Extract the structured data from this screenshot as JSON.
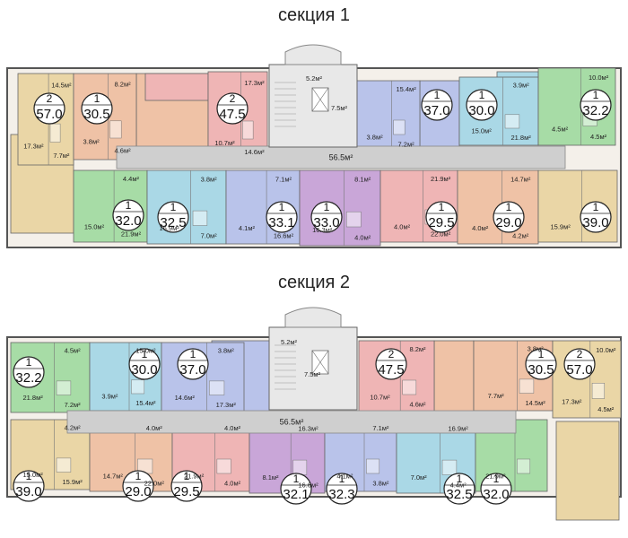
{
  "sections": [
    {
      "title": "секция 1",
      "corridor": "56.5м²",
      "stair_lobby": [
        "5.2м²",
        "7.5м²"
      ],
      "apartments": [
        {
          "rooms": "2",
          "area": "57.0",
          "color": "#ead6a6"
        },
        {
          "rooms": "1",
          "area": "30.5",
          "color": "#efc2a6"
        },
        {
          "rooms": "2",
          "area": "47.5",
          "color": "#efb5b5"
        },
        {
          "rooms": "1",
          "area": "37.0",
          "color": "#b9c3ea"
        },
        {
          "rooms": "1",
          "area": "30.0",
          "color": "#aad8e6"
        },
        {
          "rooms": "1",
          "area": "32.2",
          "color": "#a7dca6"
        },
        {
          "rooms": "1",
          "area": "32.0",
          "color": "#a7dca6"
        },
        {
          "rooms": "1",
          "area": "32.5",
          "color": "#aad8e6"
        },
        {
          "rooms": "1",
          "area": "33.1",
          "color": "#b9c3ea"
        },
        {
          "rooms": "1",
          "area": "33.0",
          "color": "#c9a6d8"
        },
        {
          "rooms": "1",
          "area": "29.5",
          "color": "#efb5b5"
        },
        {
          "rooms": "1",
          "area": "29.0",
          "color": "#efc2a6"
        },
        {
          "rooms": "1",
          "area": "39.0",
          "color": "#ead6a6"
        }
      ],
      "room_labels": [
        "17.3м²",
        "14.5м²",
        "7.7м²",
        "3.8м²",
        "8.2м²",
        "4.6м²",
        "10.7м²",
        "17.3м²",
        "14.6м²",
        "3.8м²",
        "15.4м²",
        "7.2м²",
        "15.0м²",
        "3.9м²",
        "21.8м²",
        "4.5м²",
        "10.0м²",
        "4.5м²",
        "15.0м²",
        "4.4м²",
        "21.9м²",
        "16.9м²",
        "3.8м²",
        "7.0м²",
        "4.1м²",
        "7.1м²",
        "16.6м²",
        "16.3м²",
        "8.1м²",
        "4.0м²",
        "4.0м²",
        "21.9м²",
        "22.0м²",
        "4.0м²",
        "14.7м²",
        "4.2м²",
        "15.9м²"
      ]
    },
    {
      "title": "секция 2",
      "corridor": "56.5м²",
      "stair_lobby": [
        "5.2м²",
        "7.5м²"
      ],
      "apartments": [
        {
          "rooms": "1",
          "area": "32.2",
          "color": "#a7dca6"
        },
        {
          "rooms": "1",
          "area": "30.0",
          "color": "#aad8e6"
        },
        {
          "rooms": "1",
          "area": "37.0",
          "color": "#b9c3ea"
        },
        {
          "rooms": "2",
          "area": "47.5",
          "color": "#efb5b5"
        },
        {
          "rooms": "1",
          "area": "30.5",
          "color": "#efc2a6"
        },
        {
          "rooms": "2",
          "area": "57.0",
          "color": "#ead6a6"
        },
        {
          "rooms": "1",
          "area": "39.0",
          "color": "#ead6a6"
        },
        {
          "rooms": "1",
          "area": "29.0",
          "color": "#efc2a6"
        },
        {
          "rooms": "1",
          "area": "29.5",
          "color": "#efb5b5"
        },
        {
          "rooms": "1",
          "area": "32.1",
          "color": "#c9a6d8"
        },
        {
          "rooms": "1",
          "area": "32.3",
          "color": "#b9c3ea"
        },
        {
          "rooms": "1",
          "area": "32.5",
          "color": "#aad8e6"
        },
        {
          "rooms": "1",
          "area": "32.0",
          "color": "#a7dca6"
        }
      ],
      "room_labels": [
        "21.8м²",
        "4.5м²",
        "7.2м²",
        "3.9м²",
        "15.0м²",
        "15.4м²",
        "14.6м²",
        "3.8м²",
        "17.3м²",
        "10.7м²",
        "8.2м²",
        "4.6м²",
        "7.7м²",
        "3.8м²",
        "14.5м²",
        "17.3м²",
        "10.0м²",
        "4.5м²",
        "15.0м²",
        "4.2м²",
        "15.9м²",
        "14.7м²",
        "4.0м²",
        "22.0м²",
        "21.9м²",
        "4.0м²",
        "4.0м²",
        "8.1м²",
        "16.3м²",
        "16.6м²",
        "4.1м²",
        "7.1м²",
        "3.8м²",
        "7.0м²",
        "16.9м²",
        "4.4м²",
        "21.9м²"
      ]
    }
  ]
}
